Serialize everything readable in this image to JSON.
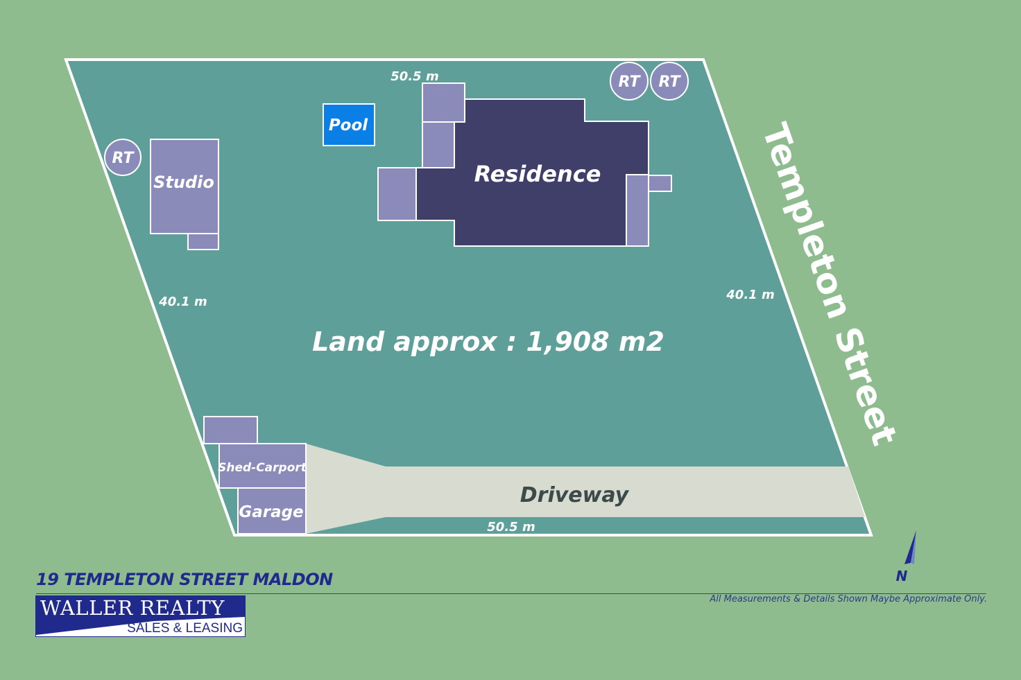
{
  "colors": {
    "background": "#8fbc8f",
    "land": "#5f9f9a",
    "boundary": "#ffffff",
    "residence": "#3f3f69",
    "outbuilding": "#8a8bb8",
    "pool": "#0a7fe6",
    "driveway": "#d8dbd0",
    "brand": "#1f2a8c"
  },
  "plan": {
    "land_area": "Land approx : 1,908 m2",
    "street_name": "Templeton Street",
    "dimensions": {
      "top": "50.5 m",
      "bottom": "50.5 m",
      "left": "40.1 m",
      "right": "40.1 m"
    },
    "buildings": {
      "residence": "Residence",
      "studio": "Studio",
      "pool": "Pool",
      "shed_carport": "Shed-Carport",
      "garage": "Garage",
      "driveway": "Driveway"
    },
    "trees": [
      "RT",
      "RT",
      "RT"
    ],
    "north": "N",
    "north_icon": "north-arrow"
  },
  "footer": {
    "address": "19 TEMPLETON STREET MALDON",
    "disclaimer": "All Measurements & Details Shown Maybe Approximate Only.",
    "logo_name": "WALLER REALTY",
    "logo_sub": "SALES & LEASING"
  }
}
